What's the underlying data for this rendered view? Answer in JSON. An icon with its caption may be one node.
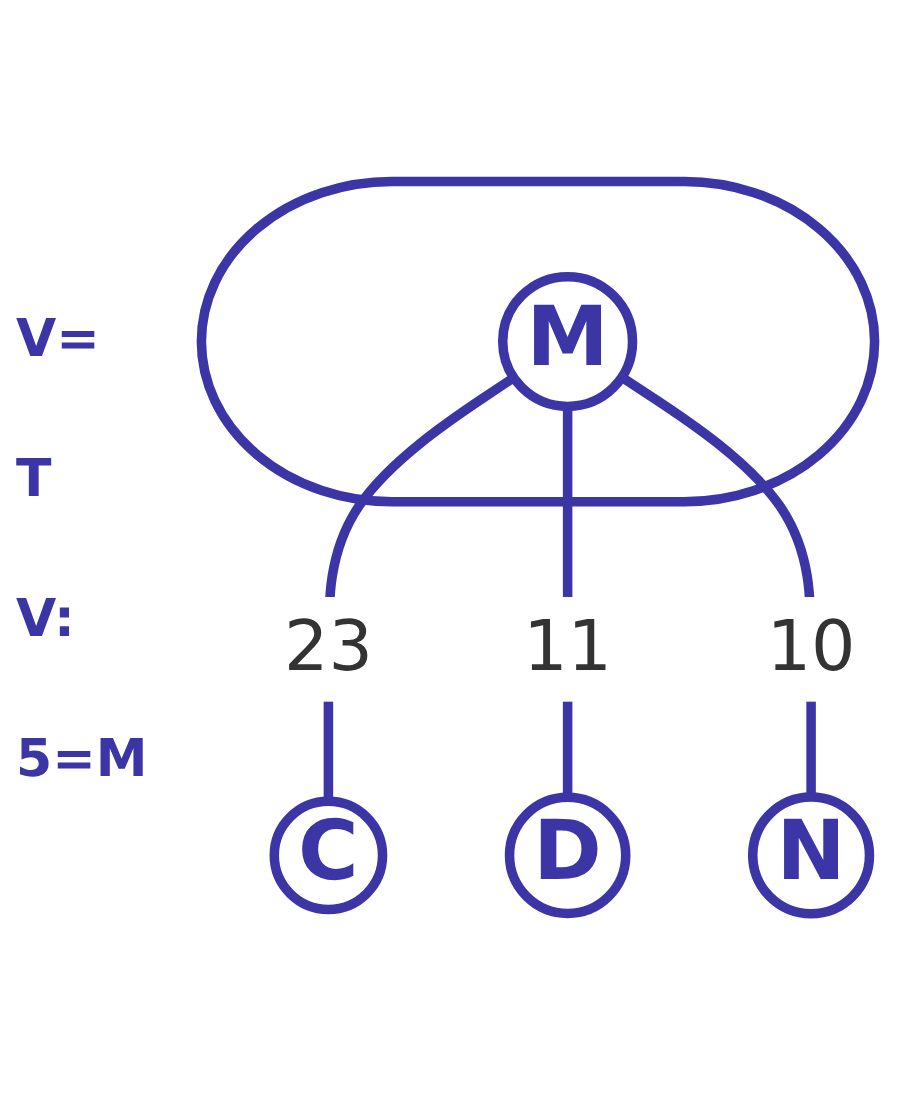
{
  "diagram": {
    "nodes": [
      {
        "text": [],
        "shape": "cloud"
      },
      {
        "text": [
          "M"
        ],
        "in": 0
      },
      {
        "text": [
          "C"
        ]
      },
      {
        "text": [
          "D"
        ]
      },
      {
        "text": [
          "N"
        ]
      }
    ],
    "edges": [
      {
        "from": 1,
        "to": 2,
        "arrow": "none",
        "label": "23"
      },
      {
        "from": 1,
        "to": 3,
        "arrow": "none",
        "label": "11"
      },
      {
        "from": 1,
        "to": 4,
        "arrow": "none",
        "label": "10"
      }
    ],
    "labels": [
      "V=",
      "T",
      "V:",
      "5=M"
    ]
  }
}
